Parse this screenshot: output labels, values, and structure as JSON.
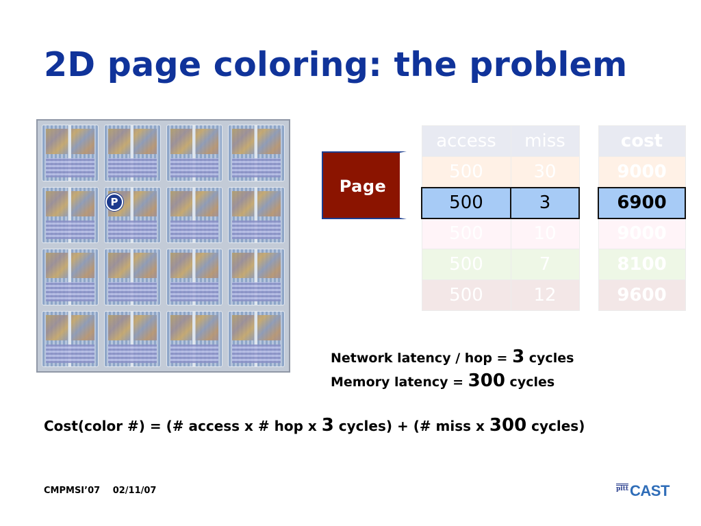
{
  "title": "2D page coloring: the problem",
  "chip": {
    "processor_label": "P",
    "tiles": 16
  },
  "page_label": "Page",
  "table_left": {
    "headers": [
      "access",
      "miss"
    ],
    "rows": [
      {
        "access": "500",
        "miss": "30"
      },
      {
        "access": "500",
        "miss": "3"
      },
      {
        "access": "500",
        "miss": "10"
      },
      {
        "access": "500",
        "miss": "7"
      },
      {
        "access": "500",
        "miss": "12"
      }
    ]
  },
  "table_right": {
    "header": "cost",
    "rows": [
      "9000",
      "6900",
      "9000",
      "8100",
      "9600"
    ]
  },
  "network_latency": {
    "prefix": "Network latency / hop = ",
    "value": "3",
    "suffix": " cycles"
  },
  "memory_latency": {
    "prefix": "Memory latency = ",
    "value": "300",
    "suffix": " cycles"
  },
  "cost_formula": {
    "part1": "Cost(color #) = (# access x # hop x ",
    "v1": "3",
    "part2": " cycles) + (# miss x ",
    "v2": "300",
    "part3": " cycles)"
  },
  "footer": {
    "conference": "CMPMSI’07",
    "date": "02/11/07"
  },
  "logo": {
    "mark": "pitt",
    "text": "CAST"
  },
  "colors": {
    "title": "#10339a",
    "page_box": "#8b1400",
    "selected_row": "#a7cbf6"
  }
}
